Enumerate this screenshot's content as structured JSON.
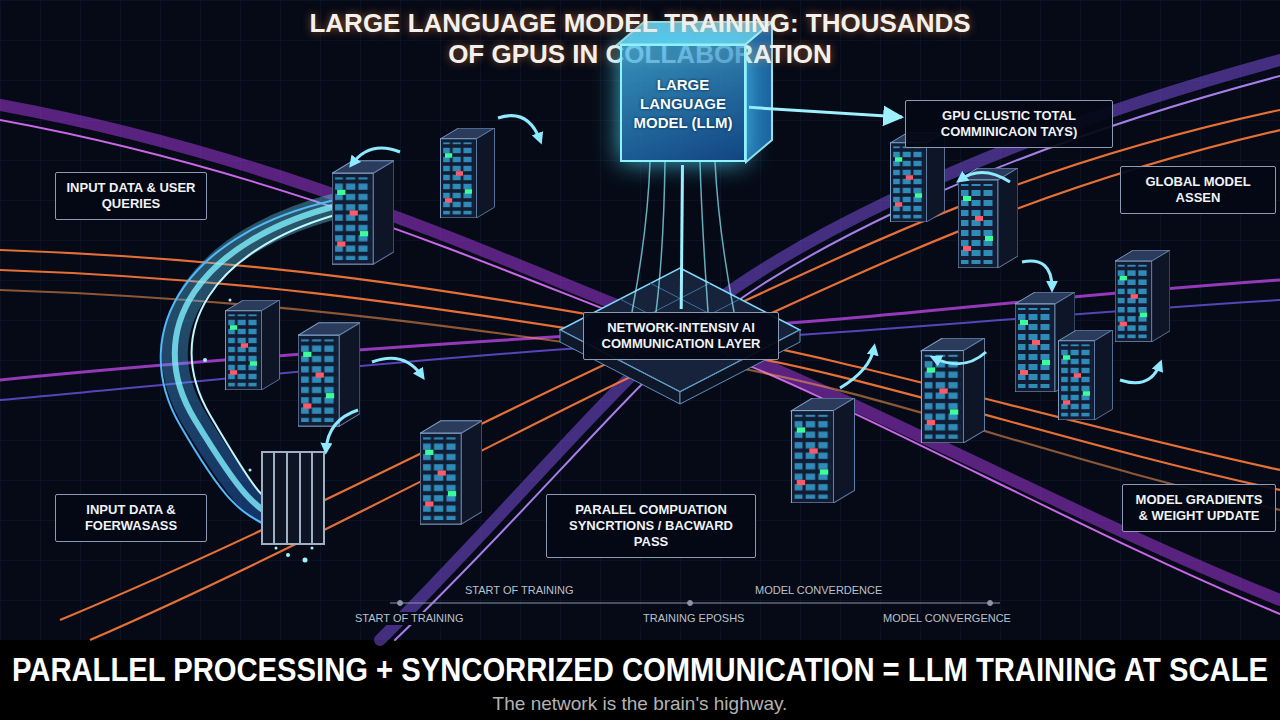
{
  "diagram": {
    "title": "LARGE LANGUAGE MODEL TRAINING: THOUSANDS OF GPUS IN COLLABORATION",
    "caption": "PARALLEL PROCESSING + SYNCORRIZED COMMUNICATION = LLM TRAINING AT SCALE",
    "nodes": [
      {
        "text": [
          "LARGE LANGUAGE MODEL (LLM)"
        ]
      },
      {
        "text": [
          "INPUT DATA & USER QUERIES"
        ]
      },
      {
        "text": [
          "GPU CLUSTIC TOTAL COMMINICAON TAYS)"
        ]
      },
      {
        "text": [
          "GLOBAL MODEL ASSEN"
        ]
      },
      {
        "text": [
          "NETWORK-INTENSIV AI COMMUNICATION LAYER"
        ]
      },
      {
        "text": [
          "INPUT DATA & FOERWASASS"
        ]
      },
      {
        "text": [
          "PARALEL COMPUATION SYNCRTIONS / BACWARD PASS"
        ]
      },
      {
        "text": [
          "MODEL GRADIENTS & WEIGHT UPDATE"
        ]
      }
    ],
    "edges": [
      {
        "from": 0,
        "to": 2,
        "arrow": "to"
      },
      {
        "from": 0,
        "to": 4,
        "arrow": "none"
      }
    ],
    "labels": [
      "START OF TRAINING",
      "MODEL CONVERDENCE",
      "START OF TRAINING",
      "TRAINING EPOSHS",
      "MODEL CONVERGENCE",
      "The network is the brain's highway."
    ]
  }
}
